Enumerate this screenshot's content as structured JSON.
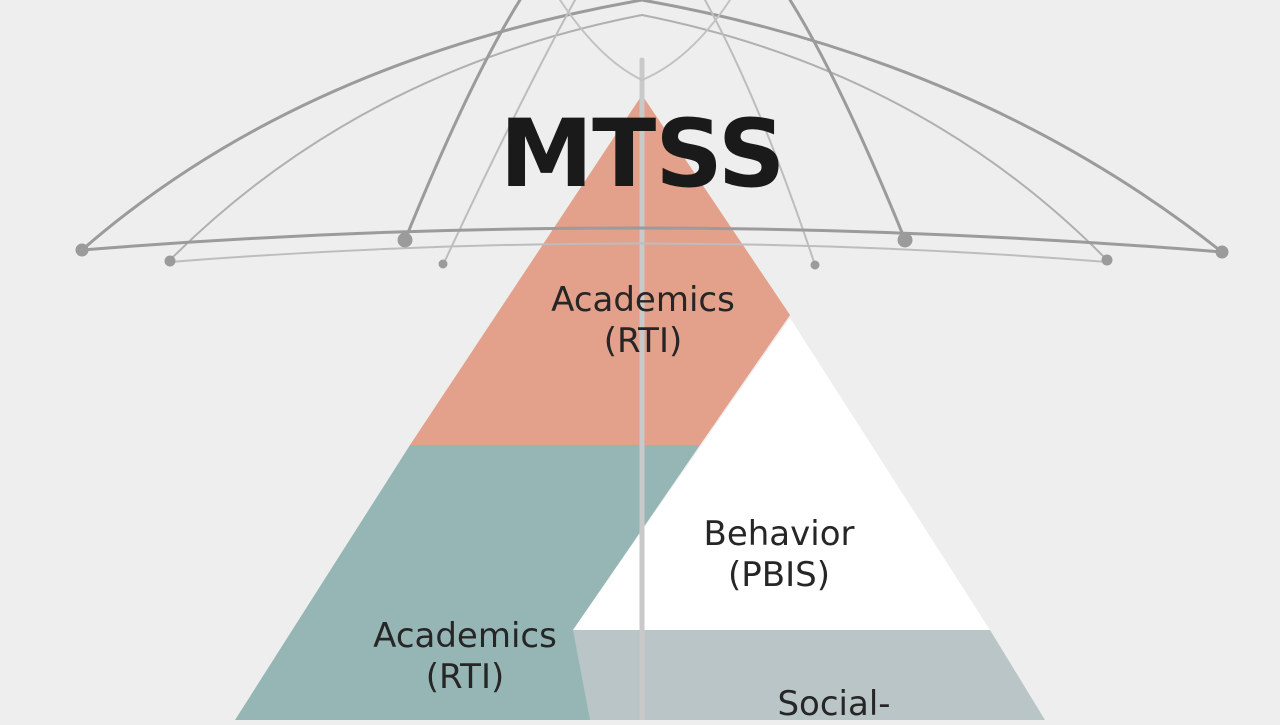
{
  "title": "MTSS",
  "tiers": {
    "academics_top": {
      "line1": "Academics",
      "line2": "(RTI)"
    },
    "behavior": {
      "line1": "Behavior",
      "line2": "(PBIS)"
    },
    "academics_bottom": {
      "line1": "Academics",
      "line2": "(RTI)"
    },
    "social": {
      "line1": "Social-"
    }
  },
  "colors": {
    "background": "#eeeeee",
    "academics_top": "#e3a08a",
    "academics_bottom": "#95b6b5",
    "behavior": "#ffffff",
    "social": "#b9c5c7",
    "umbrella": "#9b9b9b"
  },
  "icons": [
    "umbrella-icon"
  ]
}
